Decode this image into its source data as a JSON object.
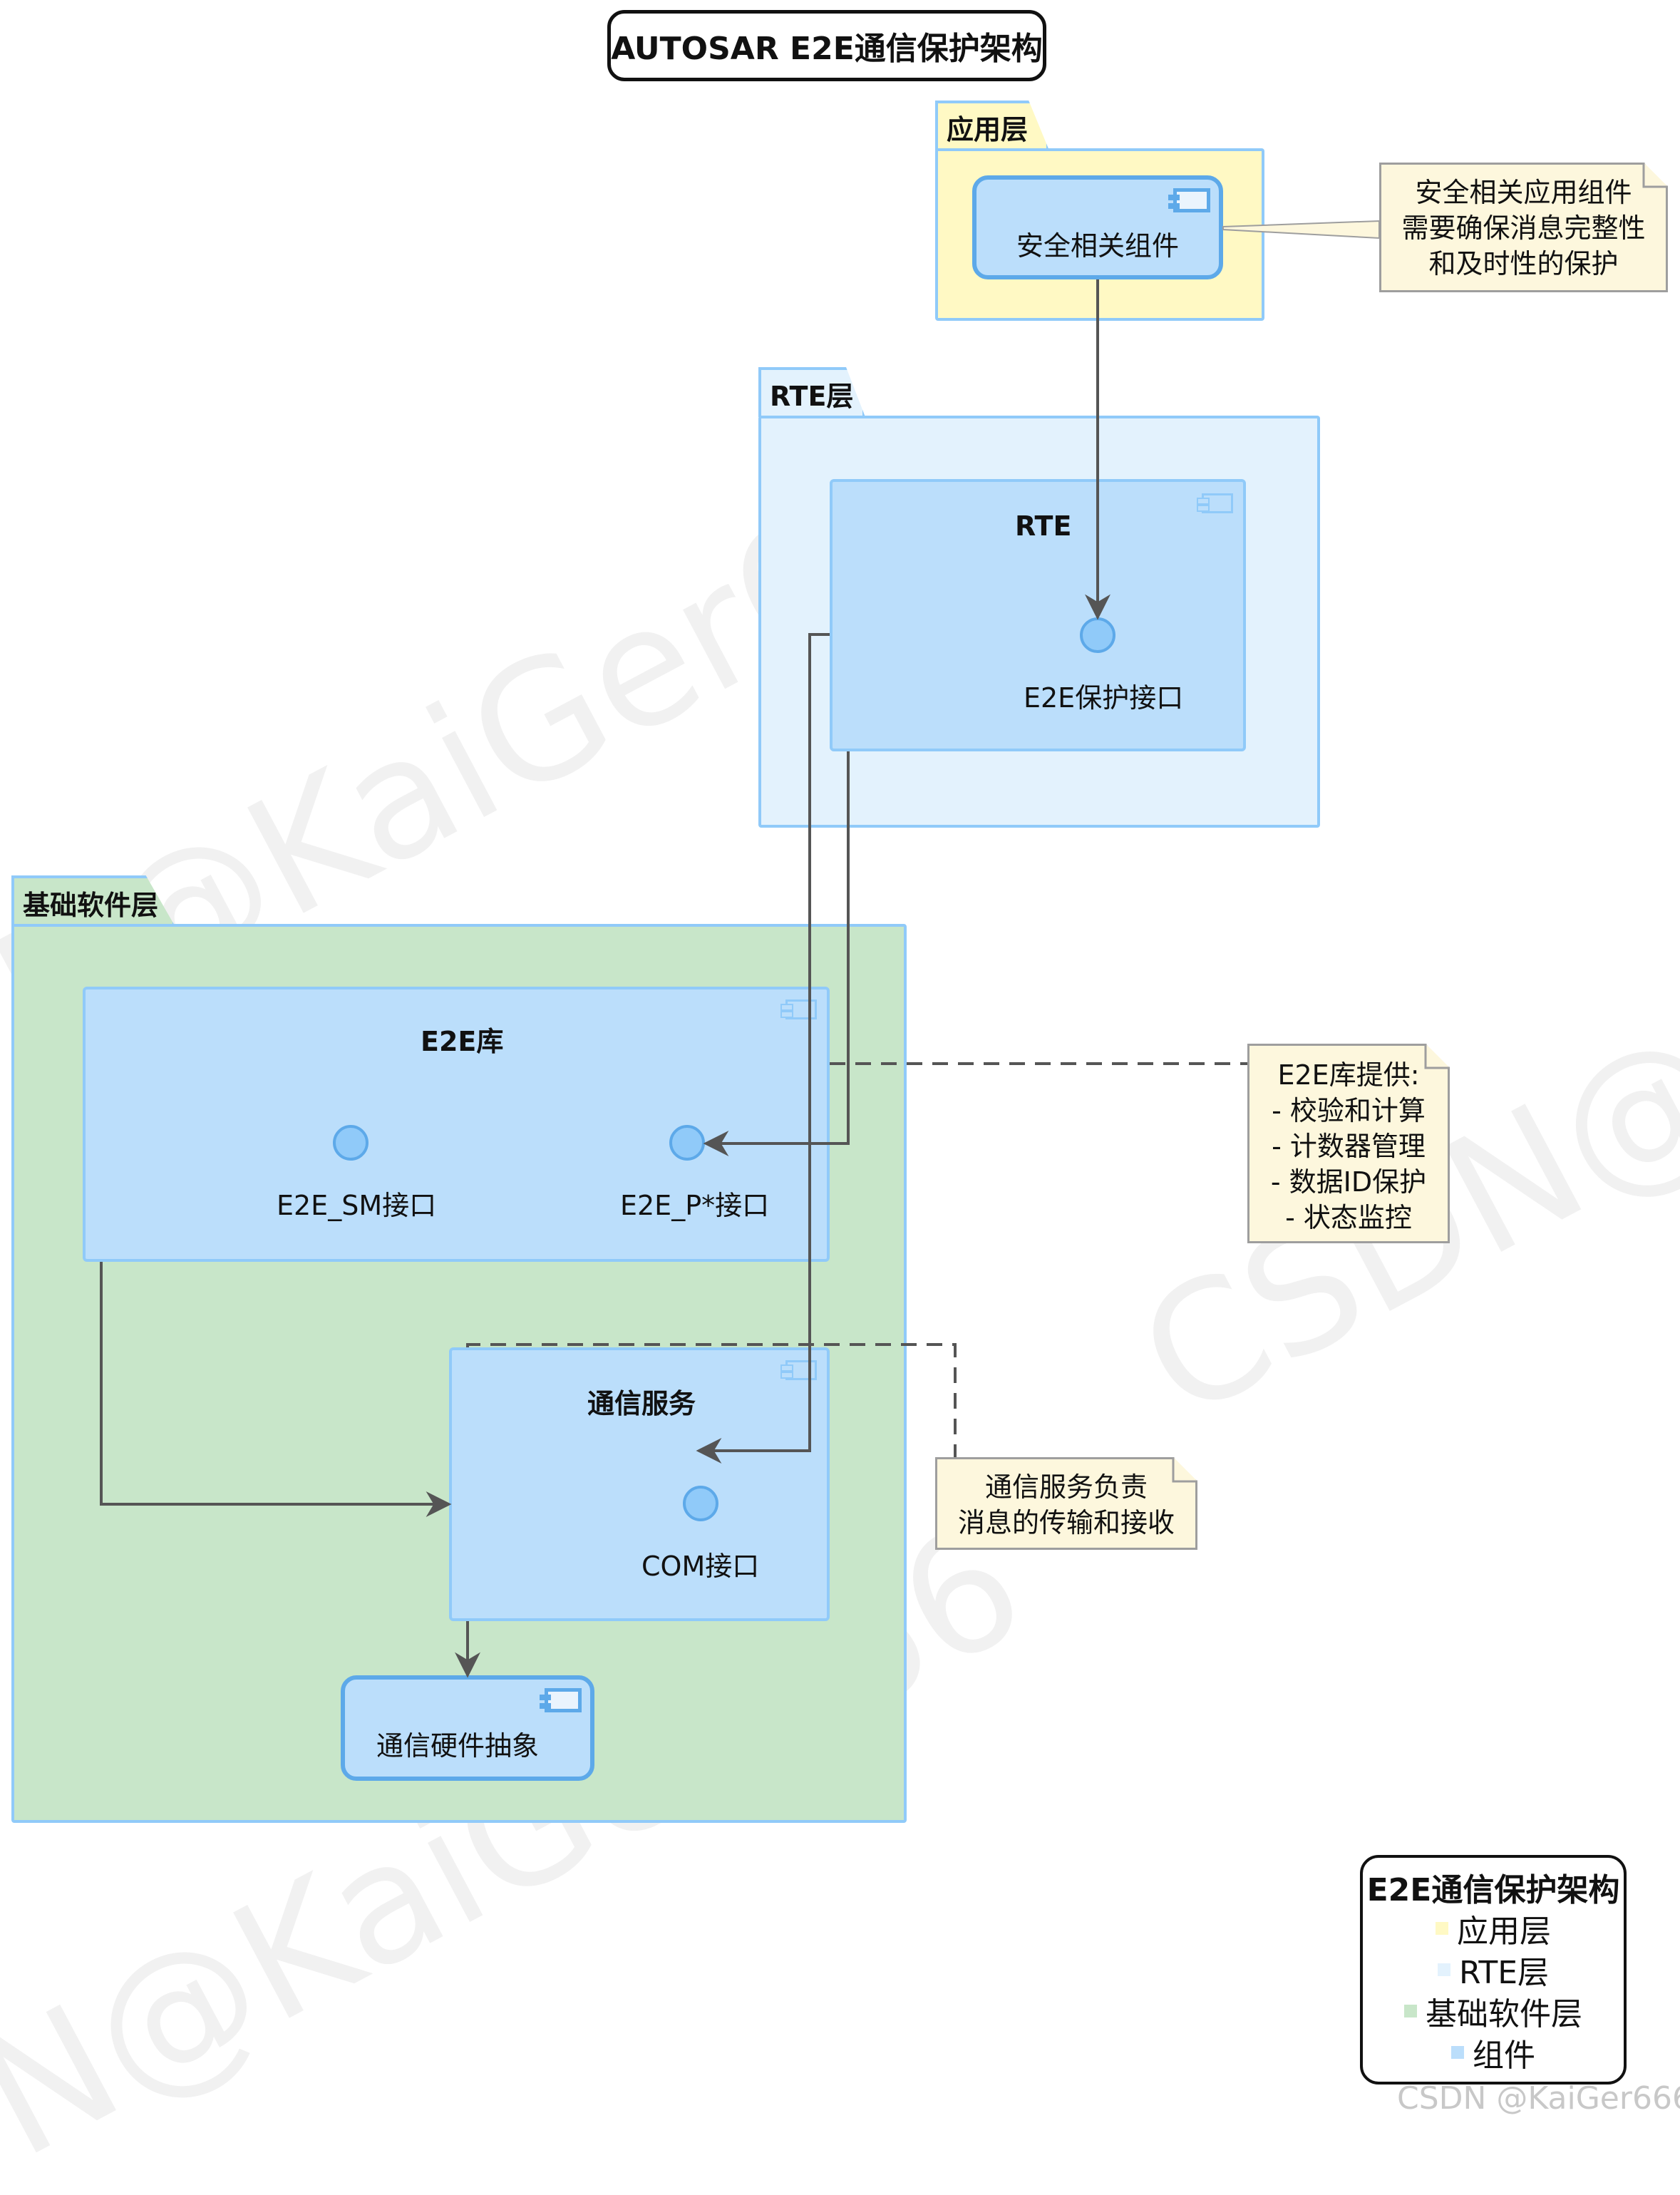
{
  "diagram": {
    "title": "AUTOSAR E2E通信保护架构",
    "packages": {
      "app": {
        "label": "应用层",
        "color": "#fff9c4"
      },
      "rte": {
        "label": "RTE层",
        "color": "#e3f2fd"
      },
      "bsw": {
        "label": "基础软件层",
        "color": "#c8e6c9"
      }
    },
    "components": {
      "safety_component": "安全相关组件",
      "rte": "RTE",
      "e2e_lib": "E2E库",
      "com_service": "通信服务",
      "com_hw_abstraction": "通信硬件抽象"
    },
    "interfaces": {
      "e2e_protect": "E2E保护接口",
      "e2e_sm": "E2E_SM接口",
      "e2e_p": "E2E_P*接口",
      "com": "COM接口"
    },
    "notes": {
      "app_note": [
        "安全相关应用组件",
        "需要确保消息完整性",
        "和及时性的保护"
      ],
      "e2e_note": [
        "E2E库提供:",
        "- 校验和计算",
        "- 计数器管理",
        "- 数据ID保护",
        "- 状态监控"
      ],
      "com_note": [
        "通信服务负责",
        "消息的传输和接收"
      ]
    },
    "legend": {
      "title": "E2E通信保护架构",
      "items": [
        {
          "label": "应用层",
          "color": "#fff9c4"
        },
        {
          "label": "RTE层",
          "color": "#e3f2fd"
        },
        {
          "label": "基础软件层",
          "color": "#c8e6c9"
        },
        {
          "label": "组件",
          "color": "#bbdefb"
        }
      ]
    },
    "colors": {
      "component_fill": "#bbdefb",
      "border": "#90caf9",
      "arrow": "#555555",
      "note_fill": "#fdf7dd"
    }
  },
  "watermark": "CSDN @KaiGer666"
}
